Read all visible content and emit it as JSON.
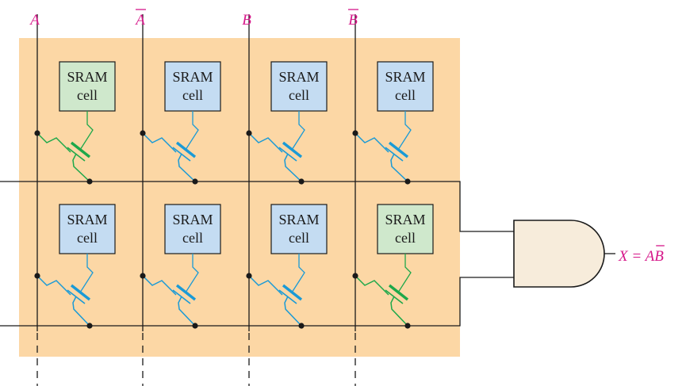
{
  "columns": [
    {
      "label": "A",
      "overbar": false
    },
    {
      "label": "A",
      "overbar": true
    },
    {
      "label": "B",
      "overbar": false
    },
    {
      "label": "B",
      "overbar": true
    }
  ],
  "cells": [
    [
      {
        "line1": "SRAM",
        "line2": "cell",
        "state": "on"
      },
      {
        "line1": "SRAM",
        "line2": "cell",
        "state": "off"
      },
      {
        "line1": "SRAM",
        "line2": "cell",
        "state": "off"
      },
      {
        "line1": "SRAM",
        "line2": "cell",
        "state": "off"
      }
    ],
    [
      {
        "line1": "SRAM",
        "line2": "cell",
        "state": "off"
      },
      {
        "line1": "SRAM",
        "line2": "cell",
        "state": "off"
      },
      {
        "line1": "SRAM",
        "line2": "cell",
        "state": "off"
      },
      {
        "line1": "SRAM",
        "line2": "cell",
        "state": "on"
      }
    ]
  ],
  "output": {
    "prefix": "X = A",
    "var": "B",
    "overbar": true
  },
  "colors": {
    "panel": "#fcd7a5",
    "label": "#d6188a",
    "cell_on_fill": "#cfe8cc",
    "cell_off_fill": "#c4dcf2",
    "transistor_on": "#1ea84a",
    "transistor_off": "#1a9ad6",
    "gate_fill": "#f7ecdb"
  }
}
